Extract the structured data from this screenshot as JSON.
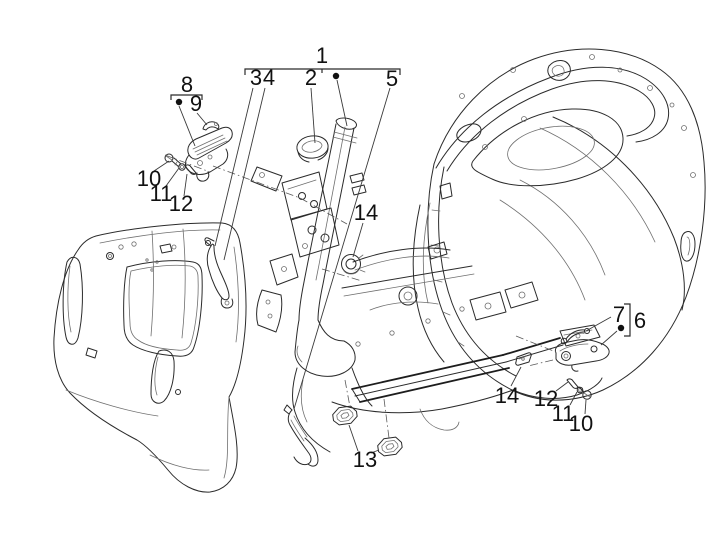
{
  "diagram": {
    "kind": "exploded-parts-line-drawing",
    "background_color": "#ffffff",
    "line_color": "#2b2b2b",
    "leader_color": "#3a3a3a",
    "text_color": "#111111",
    "callouts": [
      {
        "id": "callout-1",
        "label": "1"
      },
      {
        "id": "callout-3",
        "label": "3"
      },
      {
        "id": "callout-4",
        "label": "4"
      },
      {
        "id": "callout-2",
        "label": "2"
      },
      {
        "id": "callout-5",
        "label": "5"
      },
      {
        "id": "callout-8",
        "label": "8"
      },
      {
        "id": "callout-9",
        "label": "9"
      },
      {
        "id": "callout-10-left",
        "label": "10"
      },
      {
        "id": "callout-11-left",
        "label": "11"
      },
      {
        "id": "callout-12-left",
        "label": "12"
      },
      {
        "id": "callout-14-left",
        "label": "14"
      },
      {
        "id": "callout-7",
        "label": "7"
      },
      {
        "id": "callout-6",
        "label": "6"
      },
      {
        "id": "callout-14-right",
        "label": "14"
      },
      {
        "id": "callout-12-right",
        "label": "12"
      },
      {
        "id": "callout-11-right",
        "label": "11"
      },
      {
        "id": "callout-10-right",
        "label": "10"
      },
      {
        "id": "callout-13",
        "label": "13"
      }
    ],
    "parts_depicted": [
      "main-frame-body",
      "front-shield",
      "steering-column-assembly",
      "bushing",
      "bracket",
      "pillar-trim",
      "lock-latch-left",
      "retainer-clip",
      "screw",
      "washer",
      "spacer",
      "grommet",
      "rubber-pads",
      "cable-link",
      "lock-latch-right"
    ]
  }
}
